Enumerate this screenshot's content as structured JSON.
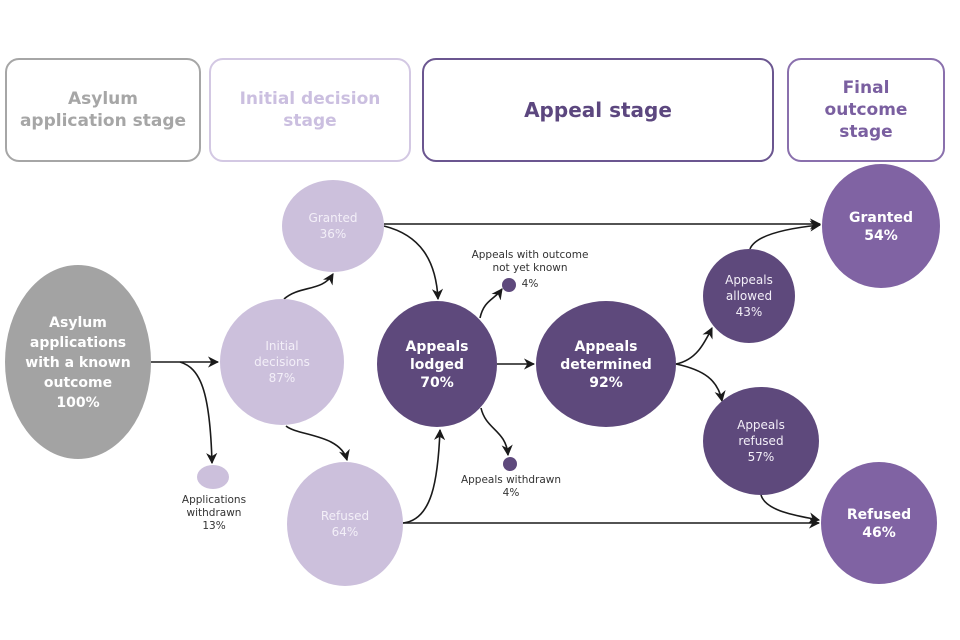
{
  "stages": [
    {
      "label": "Asylum\napplication stage"
    },
    {
      "label": "Initial decision\nstage"
    },
    {
      "label": "Appeal stage"
    },
    {
      "label": "Final\noutcome\nstage"
    }
  ],
  "colors": {
    "grey": "#a3a3a3",
    "light_purple": "#ccc0dc",
    "dark_purple": "#5e497c",
    "mid_purple": "#8063a3",
    "arrow": "#1a1a1a"
  },
  "nodes": [
    {
      "id": "applications",
      "lines": [
        "Asylum",
        "applications",
        "with a known",
        "outcome",
        "100%"
      ],
      "percent": 100,
      "color": "grey",
      "stage": 0
    },
    {
      "id": "applications-withdrawn",
      "lines": [
        "Applications",
        "withdrawn",
        "13%"
      ],
      "percent": 13,
      "color": "light_purple",
      "stage": 0,
      "external_label": true
    },
    {
      "id": "initial-decisions",
      "lines": [
        "Initial",
        "decisions",
        "87%"
      ],
      "percent": 87,
      "color": "light_purple",
      "stage": 1
    },
    {
      "id": "initial-granted",
      "lines": [
        "Granted",
        "36%"
      ],
      "percent": 36,
      "color": "light_purple",
      "stage": 1
    },
    {
      "id": "initial-refused",
      "lines": [
        "Refused",
        "64%"
      ],
      "percent": 64,
      "color": "light_purple",
      "stage": 1
    },
    {
      "id": "appeals-lodged",
      "lines": [
        "Appeals",
        "lodged",
        "70%"
      ],
      "percent": 70,
      "color": "dark_purple",
      "stage": 2
    },
    {
      "id": "appeals-not-known",
      "lines": [
        "Appeals with outcome",
        "not yet known",
        "4%"
      ],
      "percent": 4,
      "color": "dark_purple",
      "stage": 2,
      "external_label": true
    },
    {
      "id": "appeals-withdrawn",
      "lines": [
        "Appeals withdrawn",
        "4%"
      ],
      "percent": 4,
      "color": "dark_purple",
      "stage": 2,
      "external_label": true
    },
    {
      "id": "appeals-determined",
      "lines": [
        "Appeals",
        "determined",
        "92%"
      ],
      "percent": 92,
      "color": "dark_purple",
      "stage": 2
    },
    {
      "id": "appeals-allowed",
      "lines": [
        "Appeals",
        "allowed",
        "43%"
      ],
      "percent": 43,
      "color": "dark_purple",
      "stage": 2
    },
    {
      "id": "appeals-refused",
      "lines": [
        "Appeals",
        "refused",
        "57%"
      ],
      "percent": 57,
      "color": "dark_purple",
      "stage": 2
    },
    {
      "id": "final-granted",
      "lines": [
        "Granted",
        "54%"
      ],
      "percent": 54,
      "color": "mid_purple",
      "stage": 3
    },
    {
      "id": "final-refused",
      "lines": [
        "Refused",
        "46%"
      ],
      "percent": 46,
      "color": "mid_purple",
      "stage": 3
    }
  ],
  "edges": [
    {
      "from": "applications",
      "to": "initial-decisions"
    },
    {
      "from": "applications",
      "to": "applications-withdrawn"
    },
    {
      "from": "initial-decisions",
      "to": "initial-granted"
    },
    {
      "from": "initial-decisions",
      "to": "initial-refused"
    },
    {
      "from": "initial-granted",
      "to": "appeals-lodged"
    },
    {
      "from": "initial-granted",
      "to": "final-granted"
    },
    {
      "from": "initial-refused",
      "to": "appeals-lodged"
    },
    {
      "from": "initial-refused",
      "to": "final-refused"
    },
    {
      "from": "appeals-lodged",
      "to": "appeals-not-known"
    },
    {
      "from": "appeals-lodged",
      "to": "appeals-withdrawn"
    },
    {
      "from": "appeals-lodged",
      "to": "appeals-determined"
    },
    {
      "from": "appeals-determined",
      "to": "appeals-allowed"
    },
    {
      "from": "appeals-determined",
      "to": "appeals-refused"
    },
    {
      "from": "appeals-allowed",
      "to": "final-granted"
    },
    {
      "from": "appeals-refused",
      "to": "final-refused"
    }
  ]
}
